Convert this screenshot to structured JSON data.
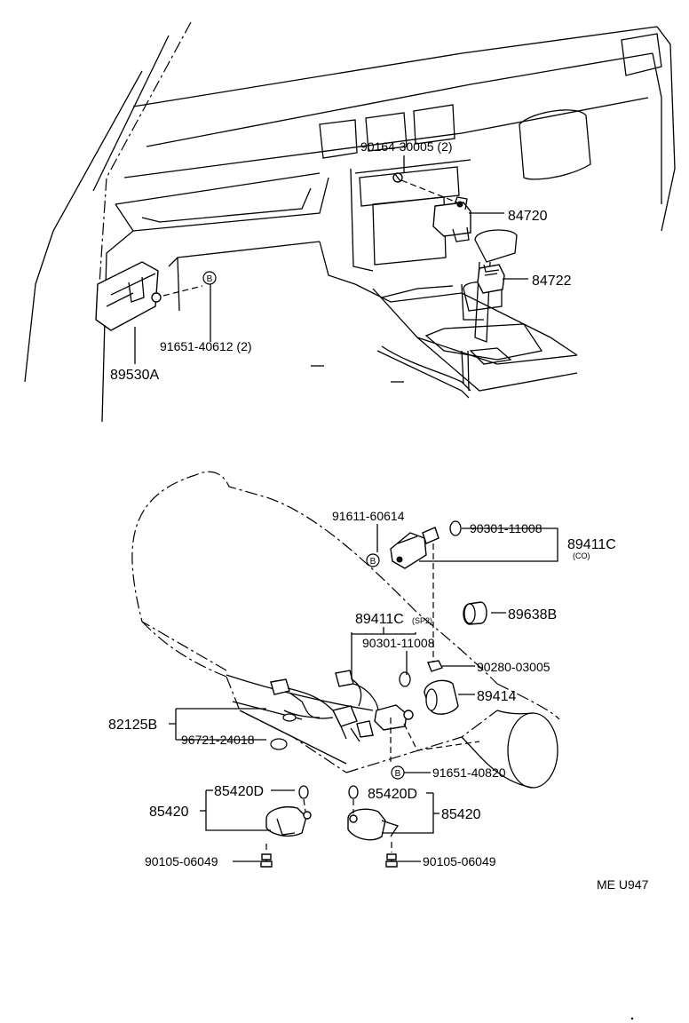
{
  "labels": {
    "p90164": "90164-30005 (2)",
    "p84720": "84720",
    "p84722": "84722",
    "p91651_40612": "91651-40612 (2)",
    "p89530A": "89530A",
    "ref_b_upper": "B",
    "p91611": "91611-60614",
    "ref_b_sensor": "B",
    "p90301_top": "90301-11008",
    "p89411C_co": "89411C",
    "co_note": "(CO)",
    "p89638B": "89638B",
    "p89411C_sp2": "89411C",
    "sp2_note": "(SP2)",
    "p90301_mid": "90301-11008",
    "p90280": "90280-03005",
    "p89414": "89414",
    "p82125B": "82125B",
    "p96721": "96721-24018",
    "ref_b_lower": "B",
    "p91651_40820": "91651-40820",
    "p85420D_left": "85420D",
    "p85420_left": "85420",
    "p85420D_right": "85420D",
    "p85420_right": "85420",
    "p90105_left": "90105-06049",
    "p90105_right": "90105-06049",
    "code": "ME U947"
  }
}
